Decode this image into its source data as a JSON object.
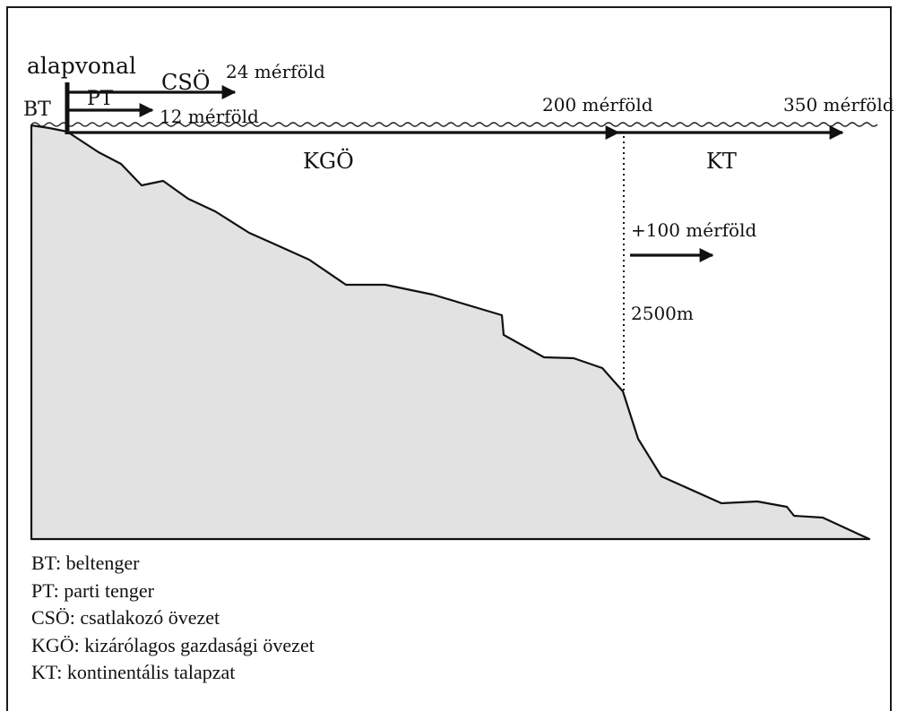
{
  "diagram": {
    "labels": {
      "baseline": "alapvonal",
      "bt": "BT",
      "pt": "PT",
      "cso": "CSÖ",
      "mile24": "24 mérföld",
      "mile12": "12 mérföld",
      "mile200": "200 mérföld",
      "mile350": "350 mérföld",
      "kgo": "KGÖ",
      "kt": "KT",
      "plus100": "+100 mérföld",
      "depth2500": "2500m"
    }
  },
  "legend": [
    "BT: beltenger",
    "PT: parti tenger",
    "CSÖ: csatlakozó övezet",
    "KGÖ: kizárólagos gazdasági övezet",
    "KT: kontinentális talapzat"
  ]
}
